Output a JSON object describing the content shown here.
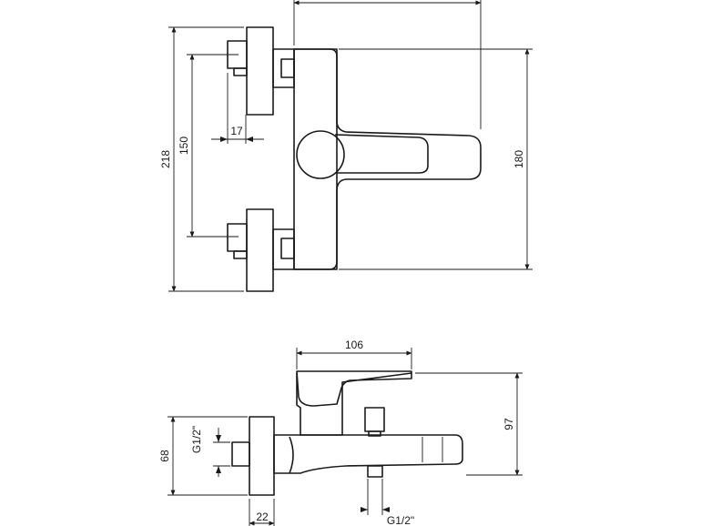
{
  "diagram": {
    "top_view": {
      "width_label": "",
      "dim_total_height": "218",
      "dim_inlet_spacing": "150",
      "dim_inlet_offset": "17",
      "dim_body_height": "180"
    },
    "side_view": {
      "dim_depth": "106",
      "dim_height": "97",
      "dim_wall": "68",
      "dim_flange": "22",
      "thread_inlet": "G1/2\"",
      "thread_outlet": "G1/2\""
    },
    "colors": {
      "line": "#1a1a1a",
      "background": "#ffffff"
    }
  }
}
